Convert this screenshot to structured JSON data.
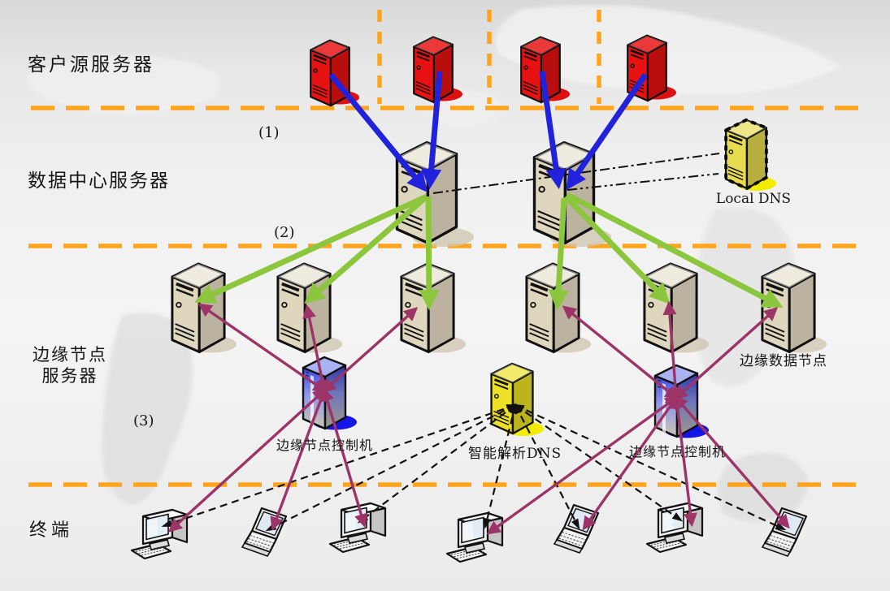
{
  "diagram_type": "cdn-network-architecture",
  "layer_labels": {
    "layer1": "客户源服务器",
    "layer2": "数据中心服务器",
    "layer3_line1": "边缘节点",
    "layer3_line2": "服务器",
    "layer4": "终端"
  },
  "phase_labels": {
    "step1": "(1)",
    "step2": "(2)",
    "step3": "(3)"
  },
  "node_labels": {
    "local_dns": "Local DNS",
    "edge_data_node": "边缘数据节点",
    "edge_controller_left": "边缘节点控制机",
    "smart_dns": "智能解析DNS",
    "edge_controller_right": "边缘节点控制机"
  },
  "structure": {
    "origin_servers": 4,
    "datacenter_servers": 2,
    "edge_servers": 6,
    "edge_controllers": 2,
    "dns_servers": [
      "Local DNS",
      "智能解析DNS"
    ],
    "terminals": 7,
    "terminal_types": [
      "desktop",
      "laptop",
      "desktop",
      "desktop",
      "laptop",
      "desktop",
      "laptop"
    ],
    "flows": [
      {
        "step": "(1)",
        "from": "客户源服务器",
        "to": "数据中心服务器",
        "style": "blue-solid-arrow"
      },
      {
        "step": "(2)",
        "from": "数据中心服务器",
        "to": "边缘节点服务器",
        "style": "green-solid-arrow"
      },
      {
        "step": "(3)",
        "from": "边缘节点控制机",
        "to": "边缘节点服务器/终端",
        "style": "purple-double-arrow"
      },
      {
        "step": "dns",
        "from": "智能解析DNS",
        "to": "终端",
        "style": "black-dashed-double-arrow"
      },
      {
        "step": "dns",
        "from": "数据中心服务器",
        "to": "Local DNS",
        "style": "black-dash-dot-line"
      }
    ]
  },
  "colors": {
    "divider": "#ffa41c",
    "origin_server": "#e81212",
    "origin_shadow": "#dd1111",
    "server_body": "#dfd6be",
    "server_shadow": "#cfc7b2",
    "controller_top": "#3d49e0",
    "controller_shadow": "#1515e8",
    "dns_body": "#ece125",
    "local_dns_body": "#e7db50",
    "dns_shadow": "#f3eb00",
    "request_arrow": "#2222dd",
    "distribute_arrow": "#8cc63c",
    "control_arrow": "#9c3468",
    "dns_line": "#111111"
  }
}
